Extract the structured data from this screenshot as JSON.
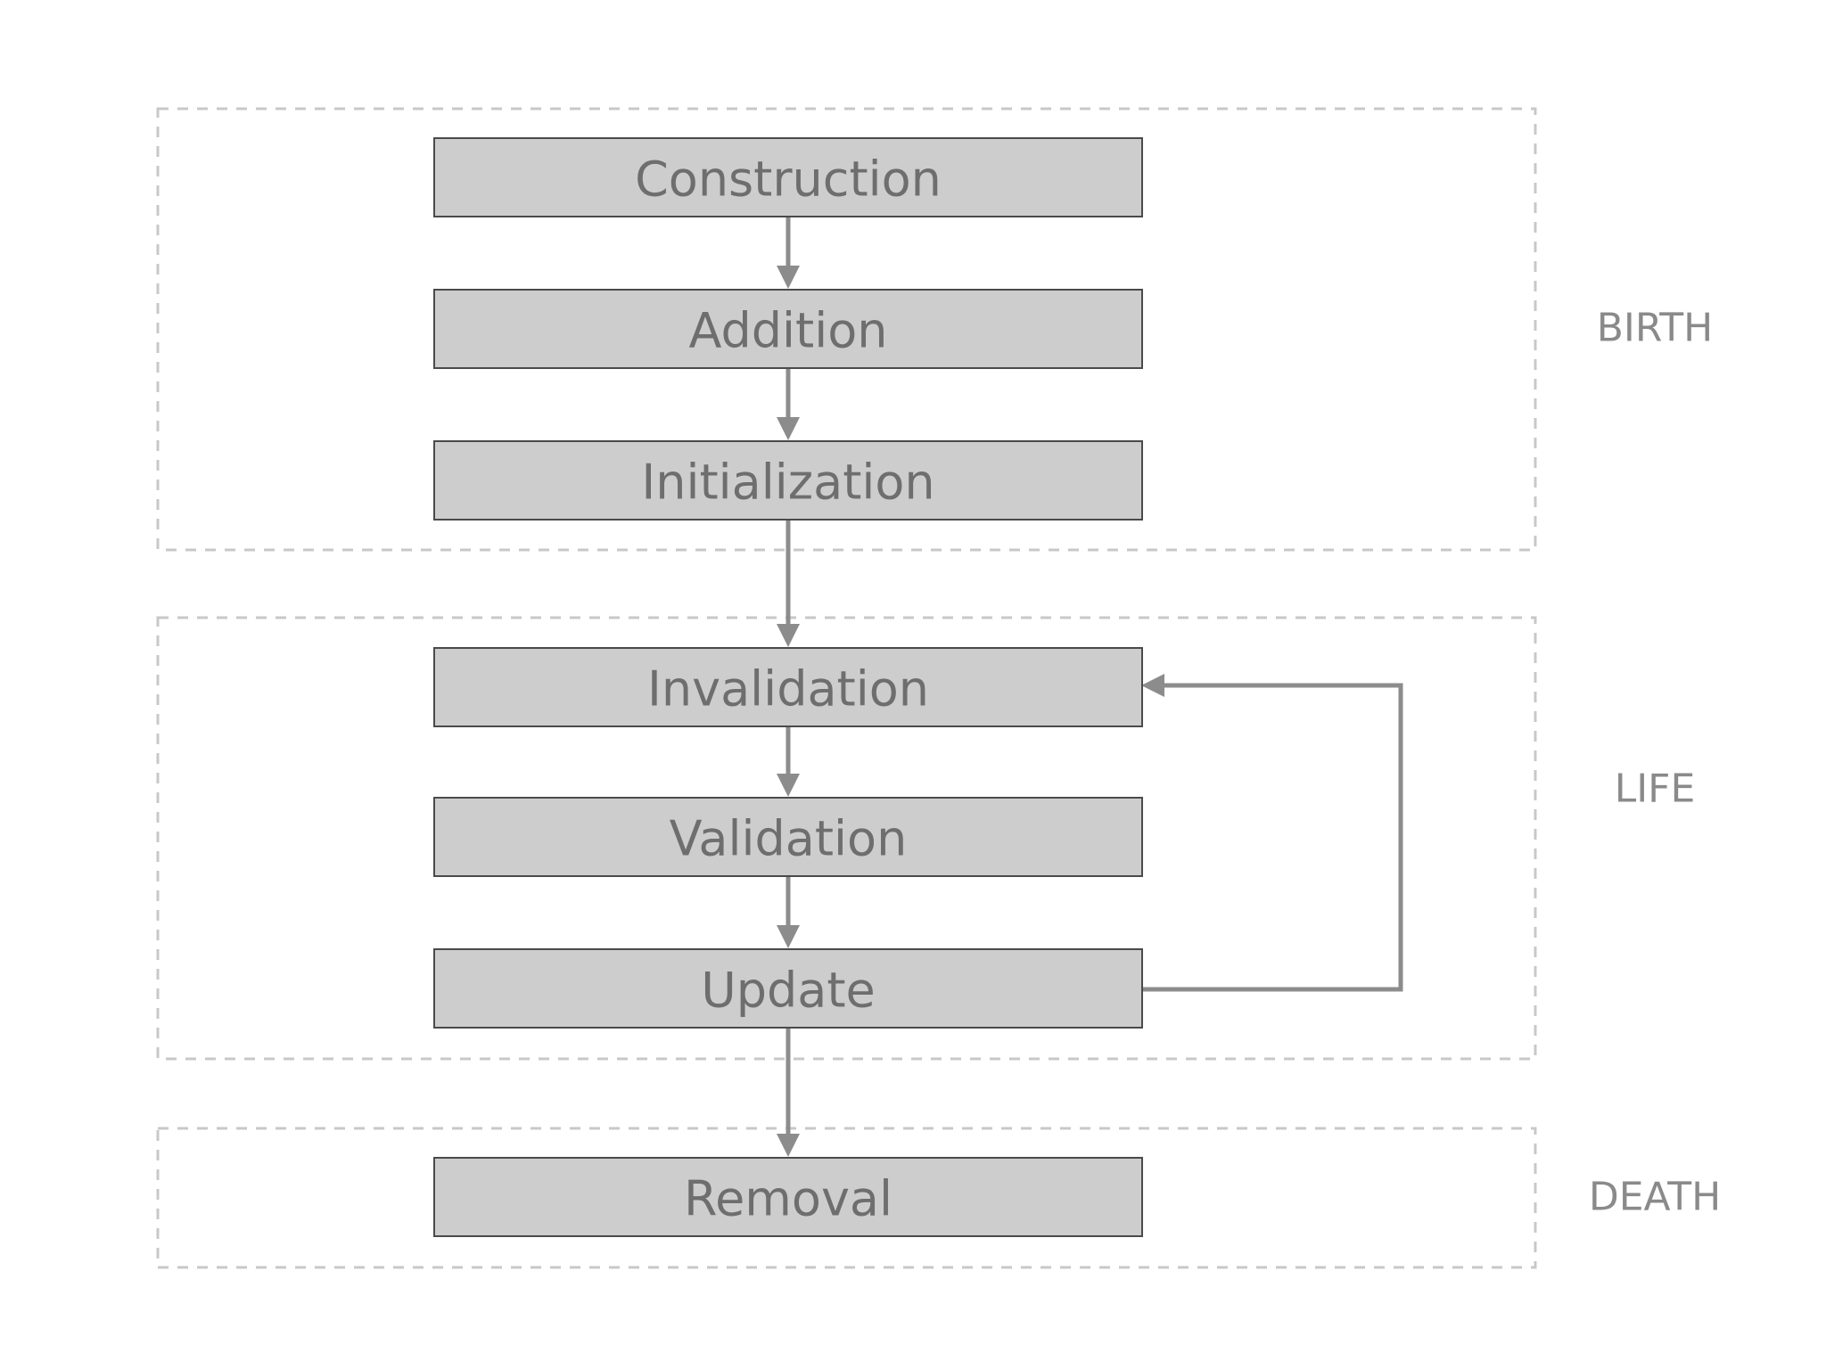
{
  "phases": {
    "birth": "BIRTH",
    "life": "LIFE",
    "death": "DEATH"
  },
  "stages": {
    "construction": "Construction",
    "addition": "Addition",
    "initialization": "Initialization",
    "invalidation": "Invalidation",
    "validation": "Validation",
    "update": "Update",
    "removal": "Removal"
  },
  "colors": {
    "box_fill": "#cdcdcd",
    "box_stroke": "#4a4a4a",
    "text": "#6e6e6e",
    "arrow": "#8c8c8c",
    "frame": "#c8c8c8"
  }
}
